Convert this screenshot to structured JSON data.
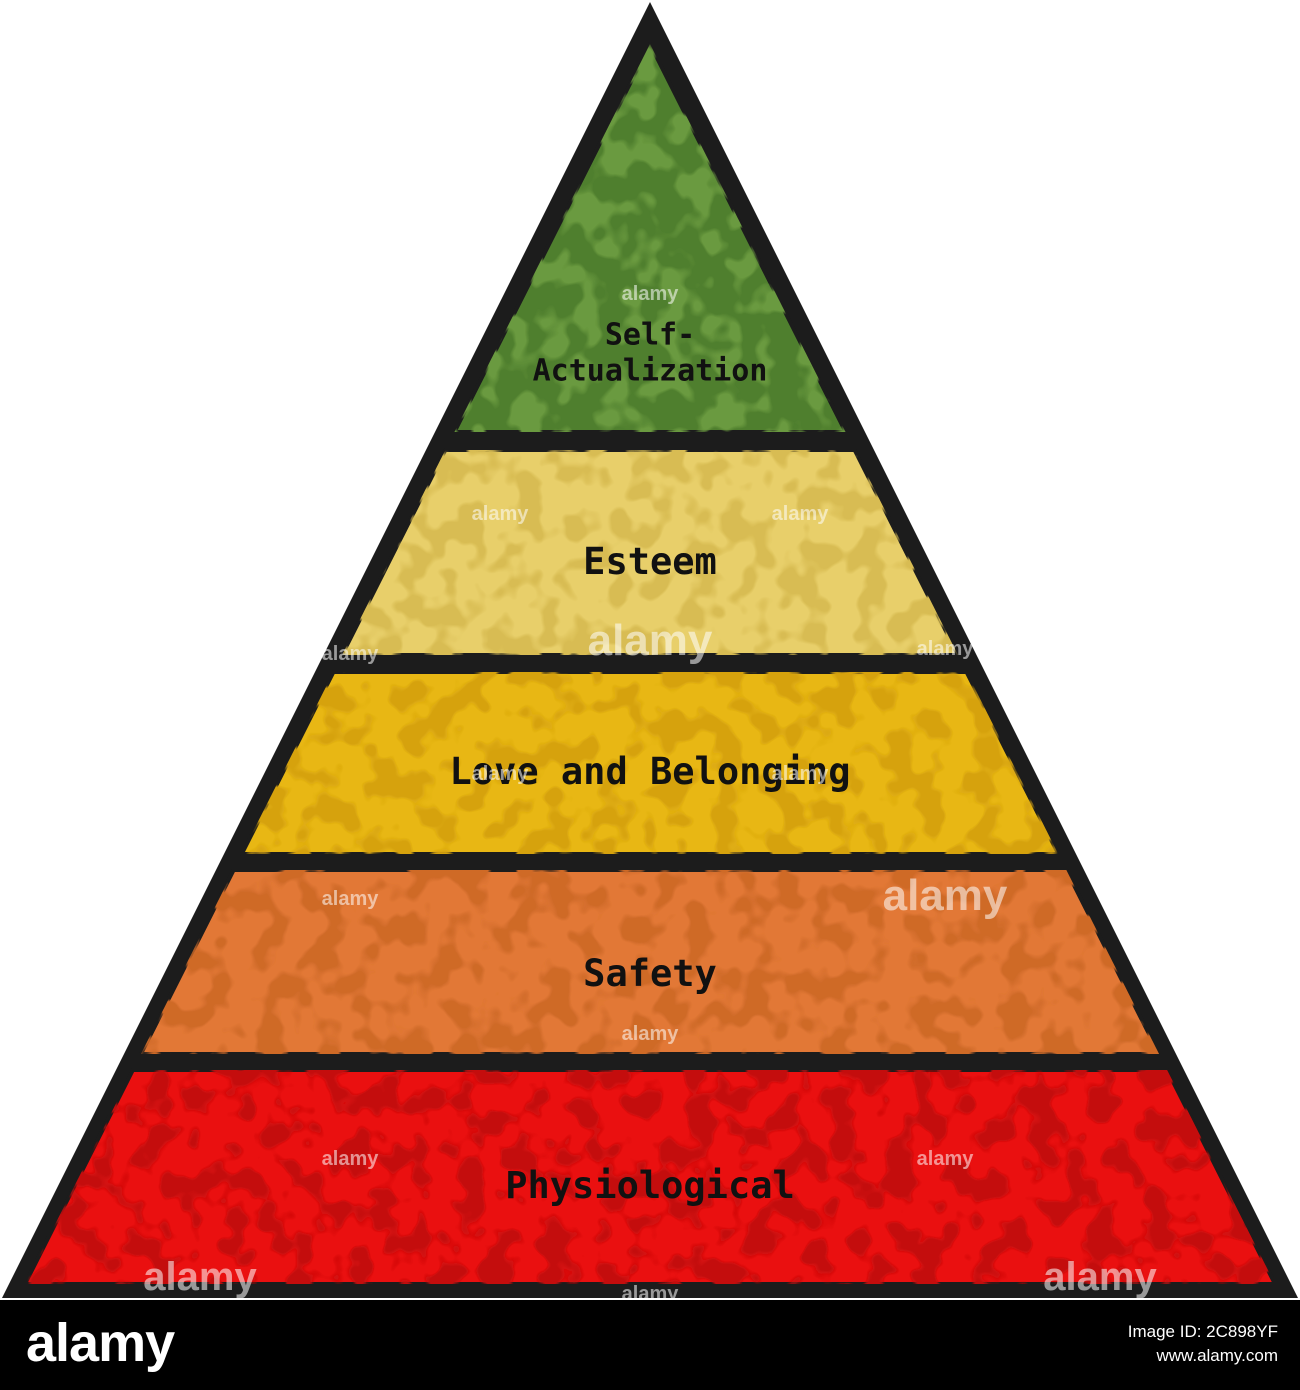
{
  "colors": {
    "outline": "#1c1c1c",
    "background": "#ffffff",
    "footer_bg": "#000000"
  },
  "pyramid": {
    "tiers": [
      {
        "label_lines": [
          "Self-",
          "Actualization"
        ],
        "color": "#4f7f2e",
        "texture": "#6a9a3f"
      },
      {
        "label_lines": [
          "Esteem"
        ],
        "color": "#e8cf6a",
        "texture": "#d8bc52"
      },
      {
        "label_lines": [
          "Love and Belonging"
        ],
        "color": "#e8b714",
        "texture": "#d6a20e"
      },
      {
        "label_lines": [
          "Safety"
        ],
        "color": "#e27836",
        "texture": "#cf6a28"
      },
      {
        "label_lines": [
          "Physiological"
        ],
        "color": "#ea1010",
        "texture": "#c40c0c"
      }
    ]
  },
  "watermarks": [
    "alamy",
    "alamy",
    "alamy",
    "alamy",
    "alamy",
    "alamy",
    "alamy",
    "alamy",
    "alamy",
    "alamy",
    "alamy",
    "alamy",
    "alamy",
    "alamy",
    "alamy",
    "alamy"
  ],
  "footer": {
    "logo": "alamy",
    "image_id_line": "Image ID: 2C898YF",
    "site": "www.alamy.com"
  }
}
